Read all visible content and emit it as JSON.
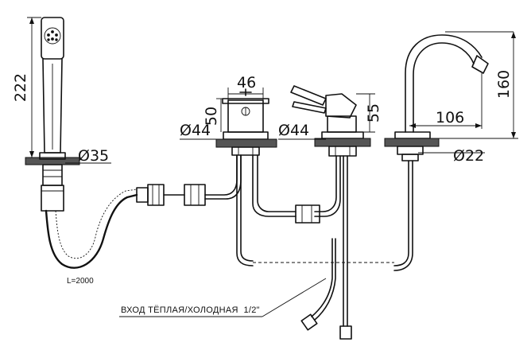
{
  "dimensions": {
    "shower_height": "222",
    "shower_mount_diameter": "Ø35",
    "hose_length": "L=2000",
    "mixer1_width": "46",
    "mixer1_height": "50",
    "mixer1_base_diameter": "Ø44",
    "mixer2_base_diameter": "Ø44",
    "mixer2_height": "55",
    "spout_height": "160",
    "spout_reach": "106",
    "spout_base_diameter": "Ø22"
  },
  "notes": {
    "inlet": "ВХОД ТЁПЛАЯ/ХОЛОДНАЯ  1/2\""
  }
}
